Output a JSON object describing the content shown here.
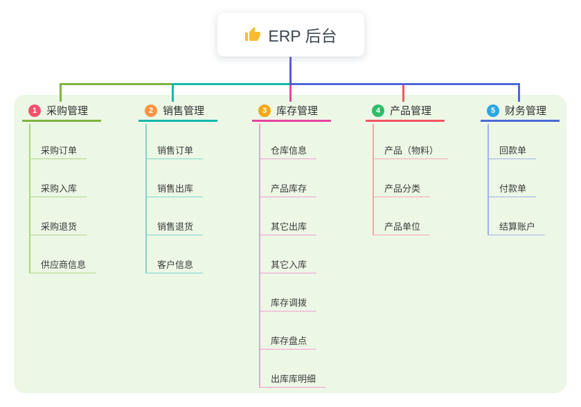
{
  "root": {
    "icon": "thumbs-up",
    "label": "ERP 后台"
  },
  "connector_color": "#5559d6",
  "panel_color": "#ecf7e6",
  "text_color": "#3b3b3b",
  "branches": [
    {
      "badge_number": "1",
      "label": "采购管理",
      "line_color": "#7cb43d",
      "child_line_color": "#abd77f",
      "badge_color": "#f4516c",
      "children": [
        "采购订单",
        "采购入库",
        "采购退货",
        "供应商信息"
      ]
    },
    {
      "badge_number": "2",
      "label": "销售管理",
      "line_color": "#14b8ab",
      "child_line_color": "#7fd6ca",
      "badge_color": "#fb9444",
      "children": [
        "销售订单",
        "销售出库",
        "销售退货",
        "客户信息"
      ]
    },
    {
      "badge_number": "3",
      "label": "库存管理",
      "line_color": "#e743a1",
      "child_line_color": "#f19fd0",
      "badge_color": "#f2a818",
      "children": [
        "仓库信息",
        "产品库存",
        "其它出库",
        "其它入库",
        "库存调拨",
        "库存盘点",
        "出库库明细"
      ]
    },
    {
      "badge_number": "4",
      "label": "产品管理",
      "line_color": "#f2555f",
      "child_line_color": "#f8a5ab",
      "badge_color": "#2ebd68",
      "children": [
        "产品（物料）",
        "产品分类",
        "产品单位"
      ]
    },
    {
      "badge_number": "5",
      "label": "财务管理",
      "line_color": "#4a68d8",
      "child_line_color": "#9fb2ea",
      "badge_color": "#2ba7e3",
      "children": [
        "回款单",
        "付款单",
        "结算账户"
      ]
    }
  ]
}
